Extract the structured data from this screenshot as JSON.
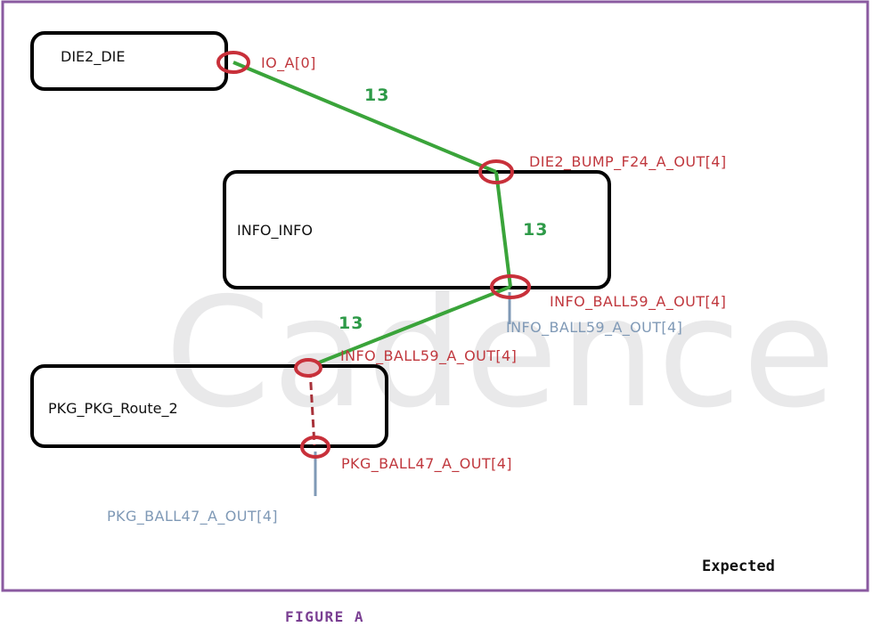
{
  "figure": {
    "caption": "FIGURE A",
    "status": "Expected",
    "watermark": "Cadence"
  },
  "colors": {
    "frame": "#8a5aa0",
    "wire": "#3aa43a",
    "wire_text": "#2e9a48",
    "pin": "#c8303a",
    "pin_text": "#c0383e",
    "stub": "#7f99b6",
    "stub_text": "#7f99b6",
    "dashed_route": "#a8323a",
    "caption": "#7a3f92"
  },
  "blocks": {
    "die": "DIE2_DIE",
    "info": "INFO_INFO",
    "pkg": "PKG_PKG_Route_2"
  },
  "pins": {
    "io": "IO_A[0]",
    "bump": "DIE2_BUMP_F24_A_OUT[4]",
    "info_ball_out": "INFO_BALL59_A_OUT[4]",
    "info_ball_net": "INFO_BALL59_A_OUT[4]",
    "pkg_ball_in": "INFO_BALL59_A_OUT[4]",
    "pkg_ball_out": "PKG_BALL47_A_OUT[4]",
    "pkg_ball_net": "PKG_BALL47_A_OUT[4]"
  },
  "connections": {
    "seg1": "13",
    "seg2": "13",
    "seg3": "13"
  }
}
